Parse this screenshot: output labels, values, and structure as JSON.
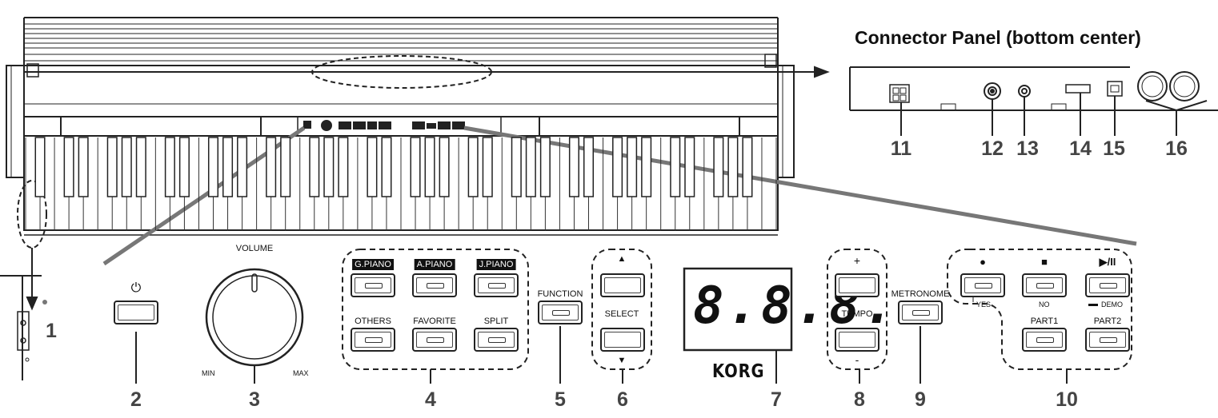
{
  "title": "Connector Panel (bottom center)",
  "callouts": [
    "1",
    "2",
    "3",
    "4",
    "5",
    "6",
    "7",
    "8",
    "9",
    "10",
    "11",
    "12",
    "13",
    "14",
    "15",
    "16"
  ],
  "volume": {
    "label": "VOLUME",
    "min": "MIN",
    "max": "MAX"
  },
  "sound_buttons": {
    "g_piano": "G.PIANO",
    "a_piano": "A.PIANO",
    "j_piano": "J.PIANO",
    "others": "OTHERS",
    "favorite": "FAVORITE",
    "split": "SPLIT"
  },
  "function_label": "FUNCTION",
  "select": {
    "label": "SELECT",
    "up": "▲",
    "down": "▼"
  },
  "display": {
    "digits": "8.8.8.",
    "brand": "KORG"
  },
  "tempo": {
    "label": "TEMPO",
    "plus": "+",
    "minus": "-"
  },
  "metronome_label": "METRONOME",
  "recorder": {
    "rec_symbol": "●",
    "stop_symbol": "■",
    "play_symbol": "▶/II",
    "yes": "YES",
    "no": "NO",
    "demo": "DEMO",
    "part1": "PART1",
    "part2": "PART2"
  },
  "power_symbol": "⏻"
}
